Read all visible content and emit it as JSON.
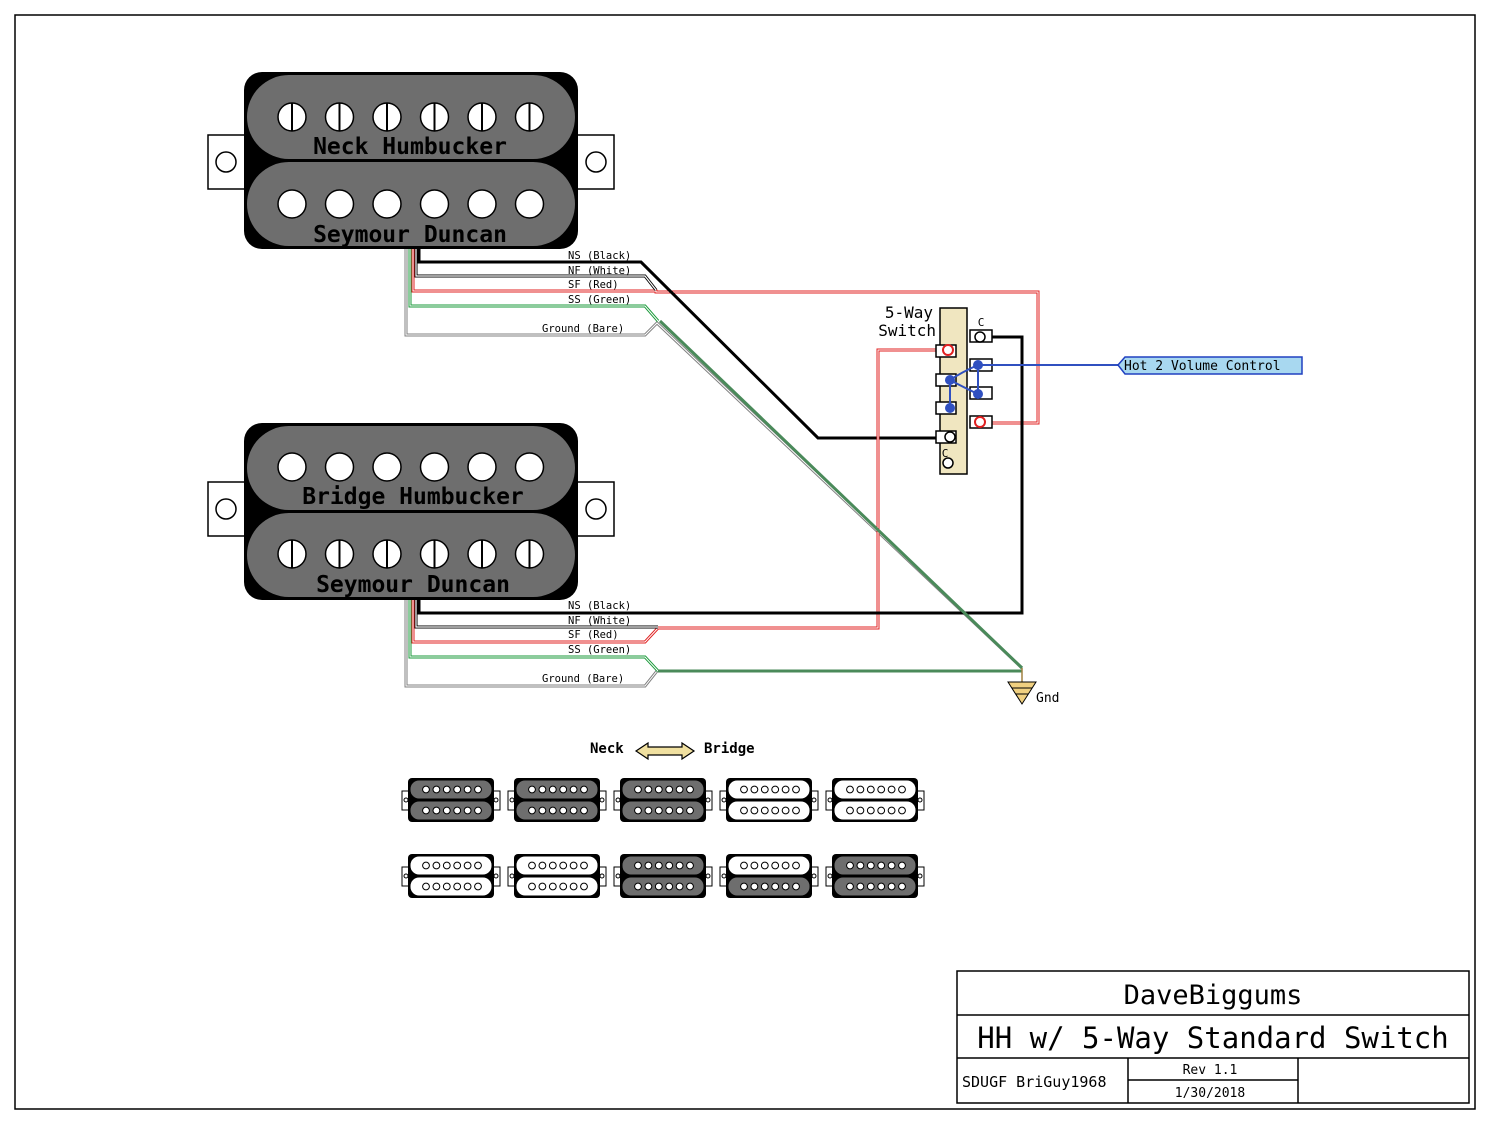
{
  "pickups": {
    "neck": {
      "name": "Neck Humbucker",
      "brand": "Seymour Duncan"
    },
    "bridge": {
      "name": "Bridge Humbucker",
      "brand": "Seymour Duncan"
    }
  },
  "wires": {
    "ns": "NS (Black)",
    "nf": "NF (White)",
    "sf": "SF (Red)",
    "ss": "SS (Green)",
    "ground": "Ground (Bare)"
  },
  "switch": {
    "title_line1": "5-Way",
    "title_line2": "Switch",
    "common_label": "C"
  },
  "hot_output": "Hot 2 Volume Control",
  "ground_label": "Gnd",
  "positions_legend": {
    "left": "Neck",
    "right": "Bridge"
  },
  "title_block": {
    "author": "DaveBiggums",
    "title": "HH w/ 5-Way Standard Switch",
    "credit": "SDUGF BriGuy1968",
    "rev": "Rev 1.1",
    "date": "1/30/2018"
  },
  "colors": {
    "black_wire": "#000000",
    "red_wire": "#e02020",
    "green_wire": "#1a9a3a",
    "bare_wire": "#808080",
    "hot_wire": "#2040c0",
    "pickup_body": "#6e6e6e",
    "switch_body": "#f0e6c0"
  }
}
